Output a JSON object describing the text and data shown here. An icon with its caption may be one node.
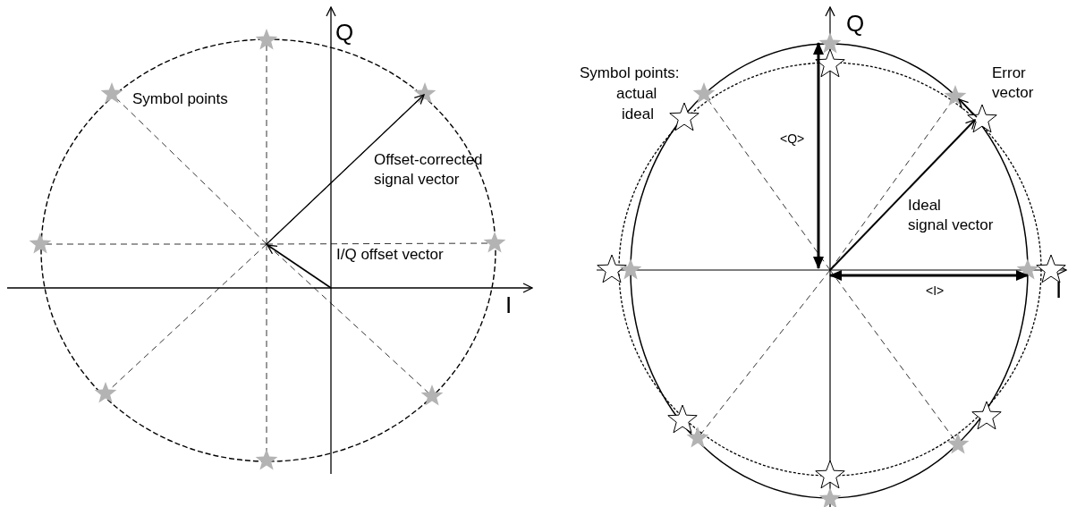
{
  "diagram": {
    "labels": [
      "Q",
      "I",
      "Symbol points",
      "Offset-corrected signal vector",
      "I/Q offset vector",
      "Q",
      "I",
      "Symbol points:",
      "actual",
      "ideal",
      "Error vector",
      "<Q>",
      "Ideal signal vector",
      "<I>"
    ]
  }
}
